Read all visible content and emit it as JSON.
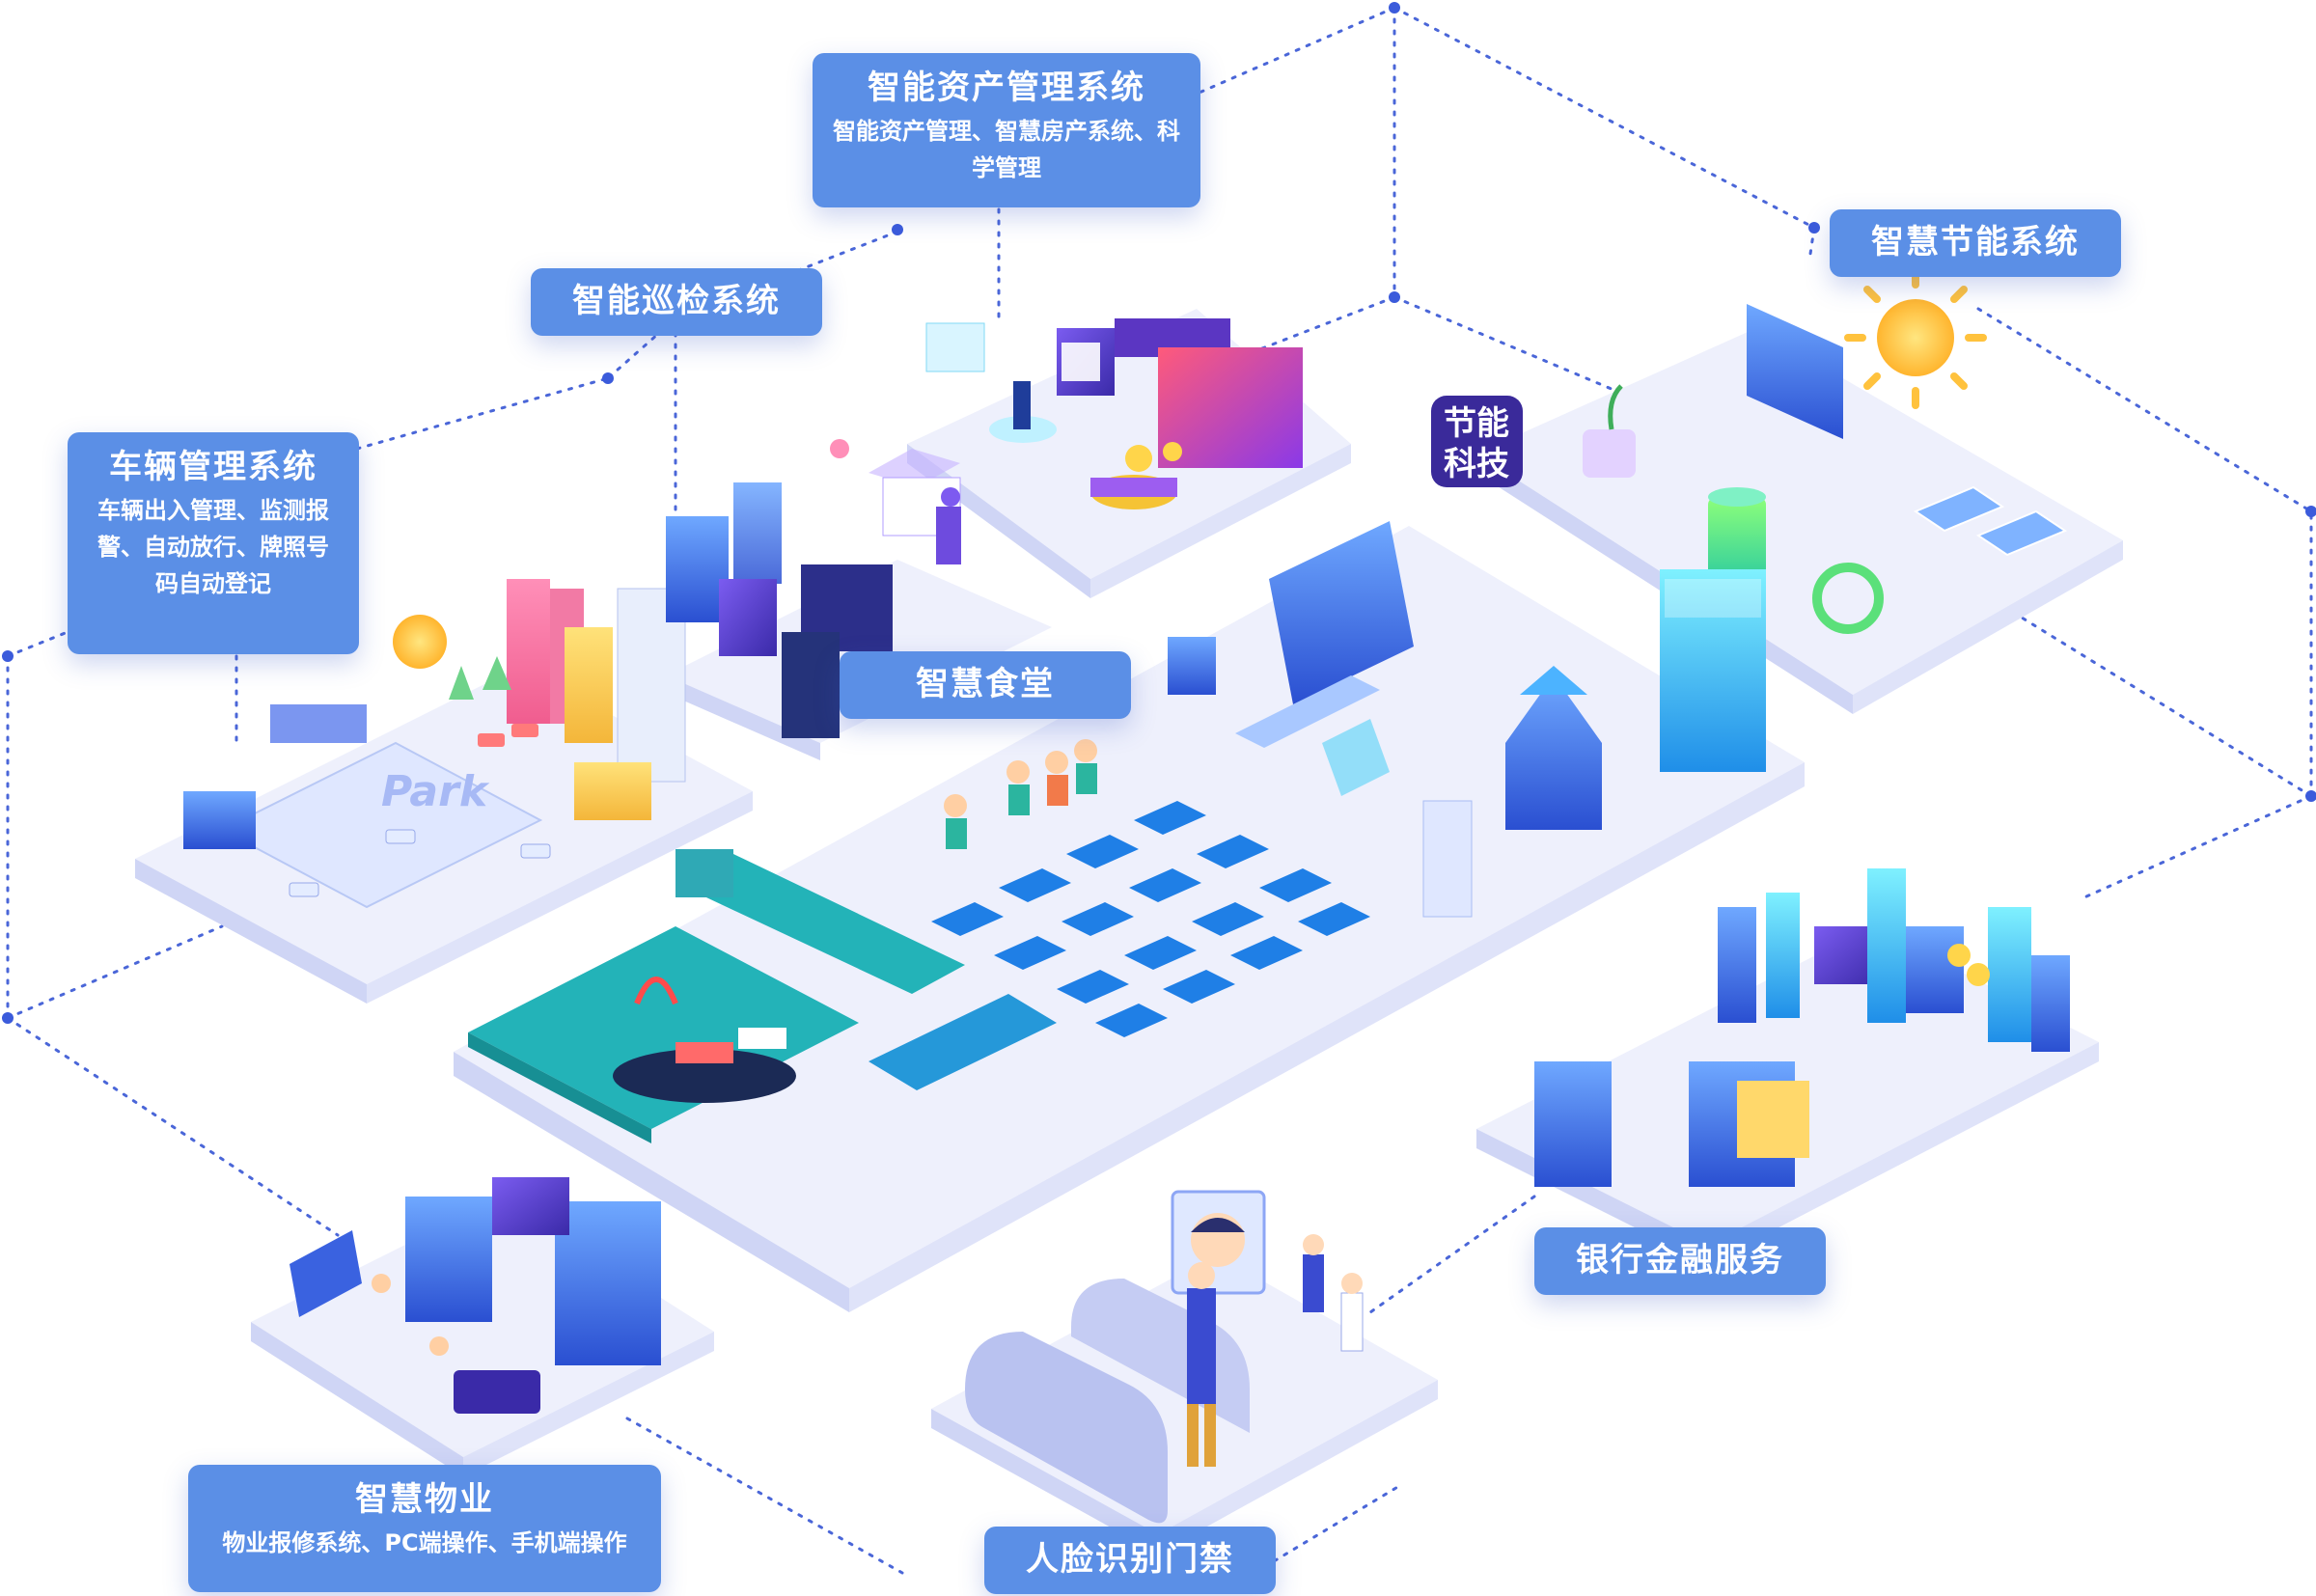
{
  "labels": {
    "asset": {
      "title": "智能资产管理系统",
      "desc": "智能资产管理、智慧房产系统、科学管理"
    },
    "inspection": {
      "title": "智能巡检系统"
    },
    "vehicle": {
      "title": "车辆管理系统",
      "desc": "车辆出入管理、监测报警、自动放行、牌照号码自动登记"
    },
    "canteen": {
      "title": "智慧食堂"
    },
    "energy": {
      "title": "智慧节能系统"
    },
    "bank": {
      "title": "银行金融服务"
    },
    "property": {
      "title": "智慧物业",
      "desc": "物业报修系统、PC端操作、手机端操作"
    },
    "face": {
      "title": "人脸识别门禁"
    }
  },
  "signs": {
    "energy_badge_line1": "节能",
    "energy_badge_line2": "科技",
    "park_sign": "Park"
  },
  "colors": {
    "label_bg": "#5b8fe6",
    "platform_top": "#eceffc",
    "platform_side": "#cdd3f3",
    "dotted_line": "#4a66d8",
    "table_blue": "#1f7fe6",
    "teal": "#23b3b8"
  },
  "icons": [
    "sun-icon",
    "face-scan-icon",
    "monitor-icon",
    "solar-panel-icon",
    "ship-icon",
    "crane-icon"
  ]
}
